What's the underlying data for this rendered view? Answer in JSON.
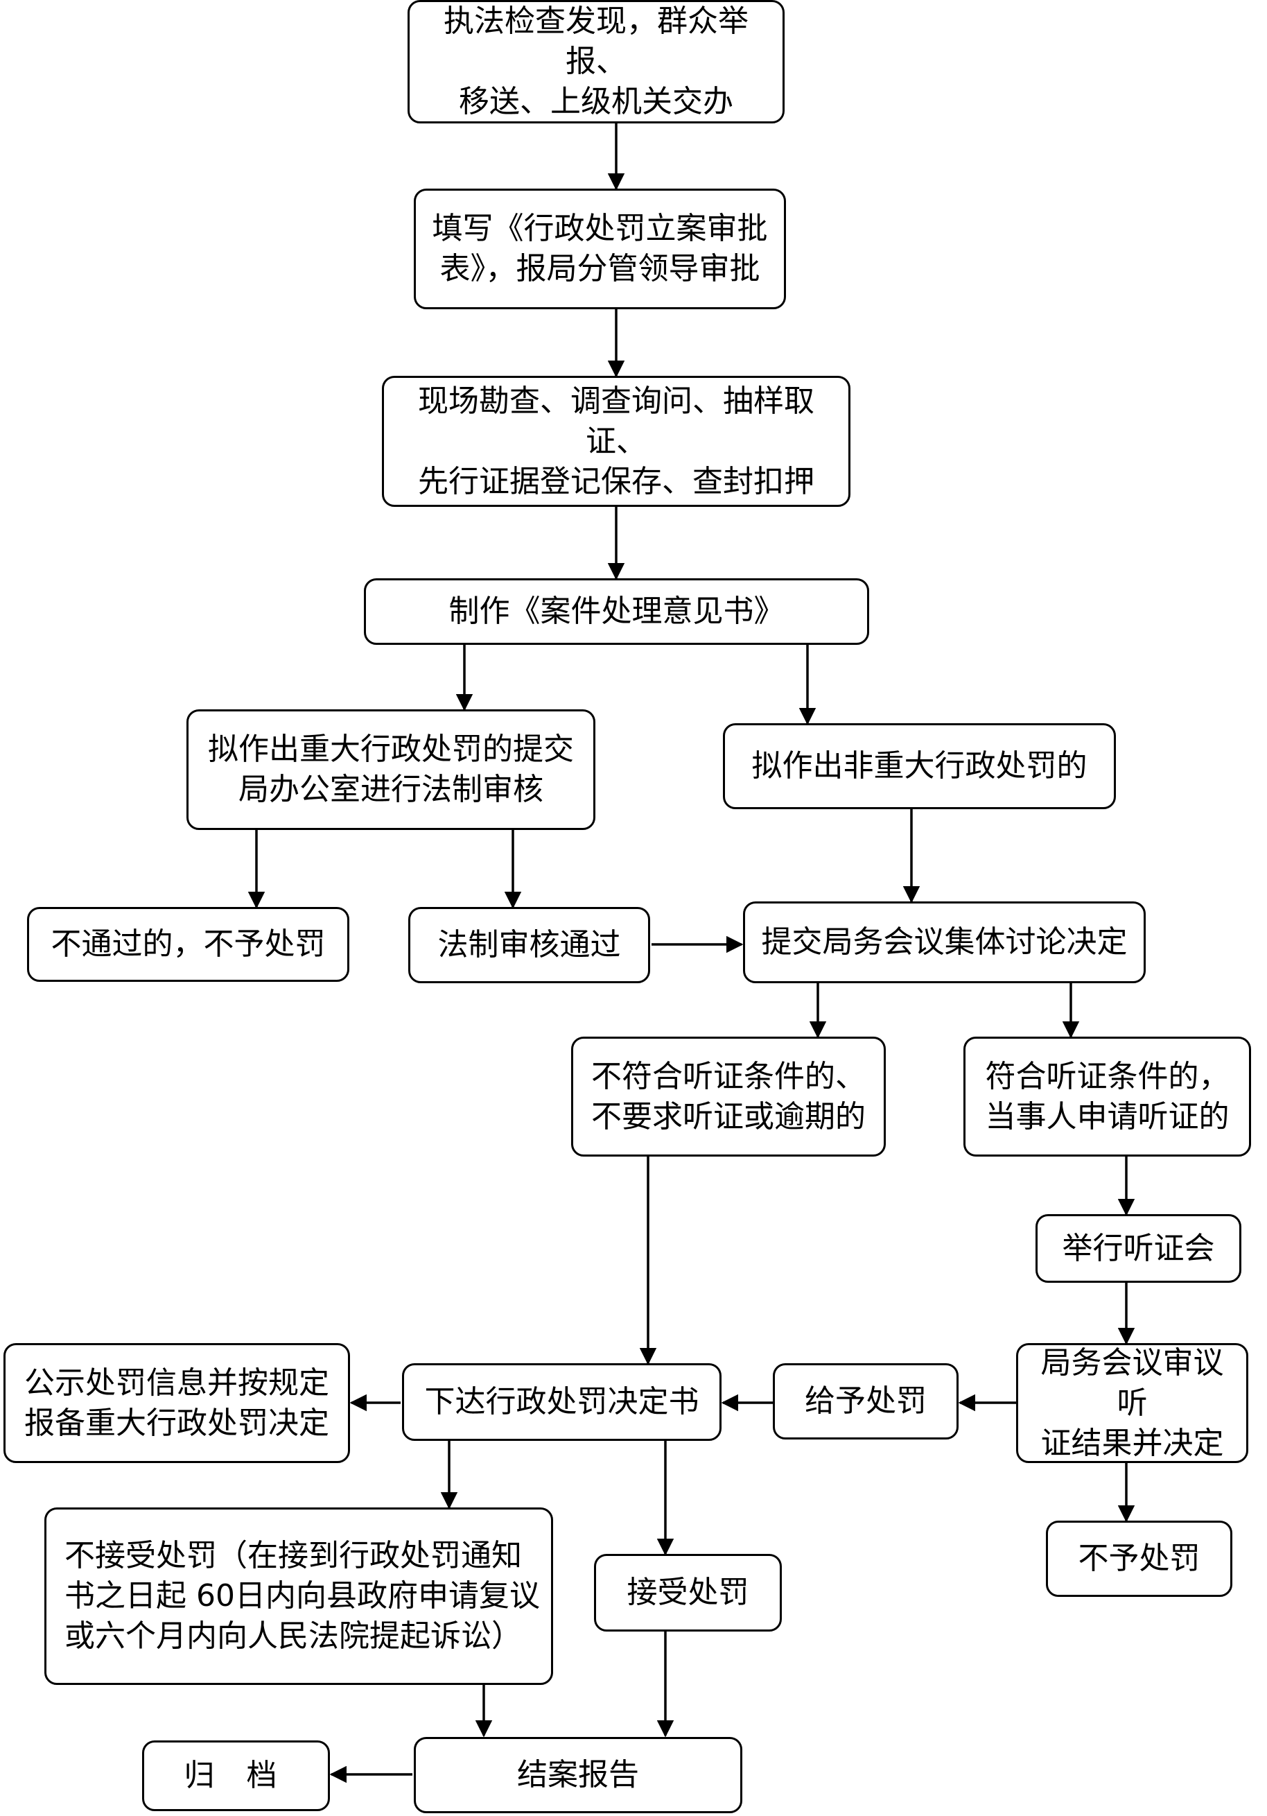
{
  "nodes": {
    "n1": "执法检查发现，群众举报、\n移送、上级机关交办",
    "n2": "填写《行政处罚立案审批\n表》，报局分管领导审批",
    "n3": "现场勘查、调查询问、抽样取证、\n先行证据登记保存、查封扣押",
    "n4": "制作《案件处理意见书》",
    "n5": "拟作出重大行政处罚的提交\n局办公室进行法制审核",
    "n6": "拟作出非重大行政处罚的",
    "n7": "不通过的，不予处罚",
    "n8": "法制审核通过",
    "n9": "提交局务会议集体讨论决定",
    "n10": "不符合听证条件的、\n不要求听证或逾期的",
    "n11": "符合听证条件的，\n当事人申请听证的",
    "n12": "举行听证会",
    "n13": "公示处罚信息并按规定\n报备重大行政处罚决定",
    "n14": "下达行政处罚决定书",
    "n15": "给予处罚",
    "n16": "局务会议审议听\n证结果并决定",
    "n17": "不接受处罚（在接到行政处罚通知\n书之日起 60日内向县政府申请复议\n或六个月内向人民法院提起诉讼）",
    "n18": "接受处罚",
    "n19": "不予处罚",
    "n20": "归 档",
    "n21": "结案报告"
  }
}
